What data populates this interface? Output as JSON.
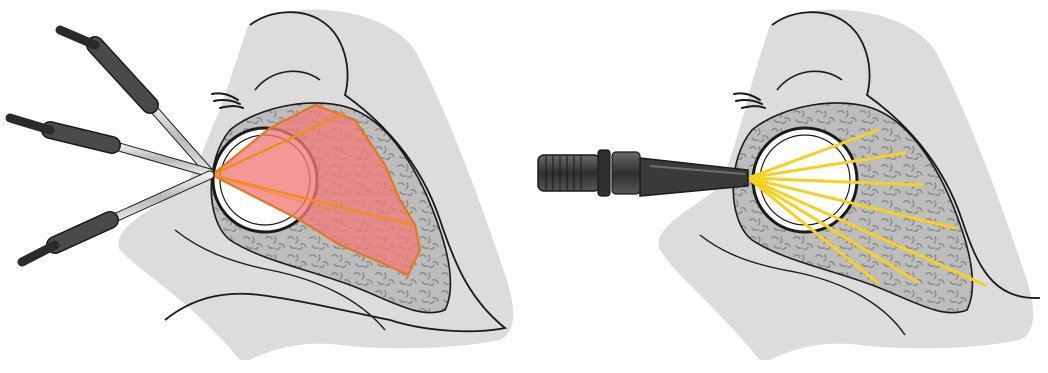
{
  "colors": {
    "background": "#ffffff",
    "skin_shading": "#d8d8d8",
    "orbit_fat": "#b9b9b9",
    "speckle": "#8f8f8f",
    "outline": "#1a1a1a",
    "treatment_zone_fill": "#f07a7a",
    "treatment_zone_edge": "#e2791d",
    "beam_line": "#f28c1c",
    "fiber_rays": "#f7d21c",
    "probe_dark": "#4a4a4a",
    "probe_shaft": "#c8c8c8",
    "probe_tip": "#3a3a3a"
  },
  "panels": [
    {
      "name": "left-panel",
      "illustration": "eye-socket-cross-section",
      "instruments": [
        "probe",
        "probe",
        "probe"
      ],
      "treatment_display": "red-sector"
    },
    {
      "name": "right-panel",
      "illustration": "eye-socket-cross-section",
      "instruments": [
        "fiber-handpiece"
      ],
      "treatment_display": "yellow-rays"
    }
  ]
}
